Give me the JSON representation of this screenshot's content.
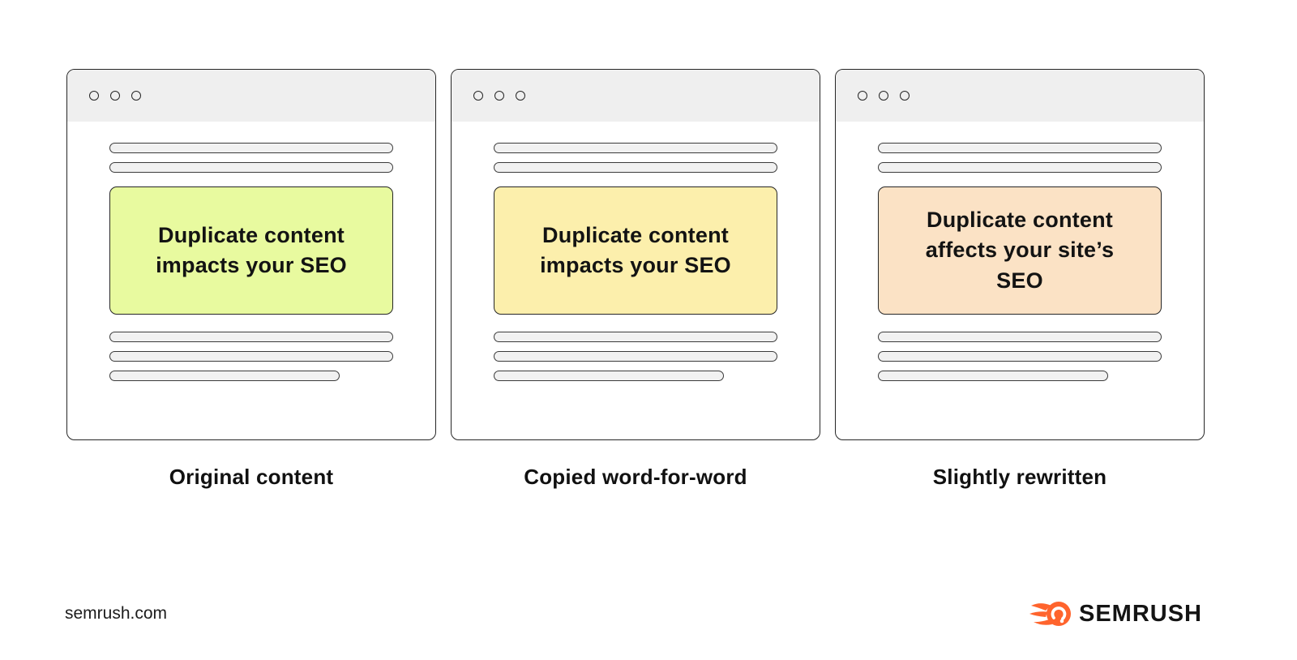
{
  "windows": [
    {
      "name": "original",
      "label": "Original content",
      "card_text": "Duplicate content\nimpacts your SEO",
      "card_color": "#E8FA9F"
    },
    {
      "name": "copied",
      "label": "Copied word-for-word",
      "card_text": "Duplicate content\nimpacts your SEO",
      "card_color": "#FCEFAC"
    },
    {
      "name": "rewritten",
      "label": "Slightly rewritten",
      "card_text": "Duplicate content\naffects your site’s\nSEO",
      "card_color": "#FBE2C5"
    }
  ],
  "footer": {
    "source": "semrush.com",
    "brand": "SEMRUSH",
    "brand_color": "#FF642D"
  },
  "colors": {
    "window_border": "#262626",
    "header_bar": "#EFEFEF",
    "skeleton_fill": "#F1F1F1",
    "text": "#131313"
  }
}
